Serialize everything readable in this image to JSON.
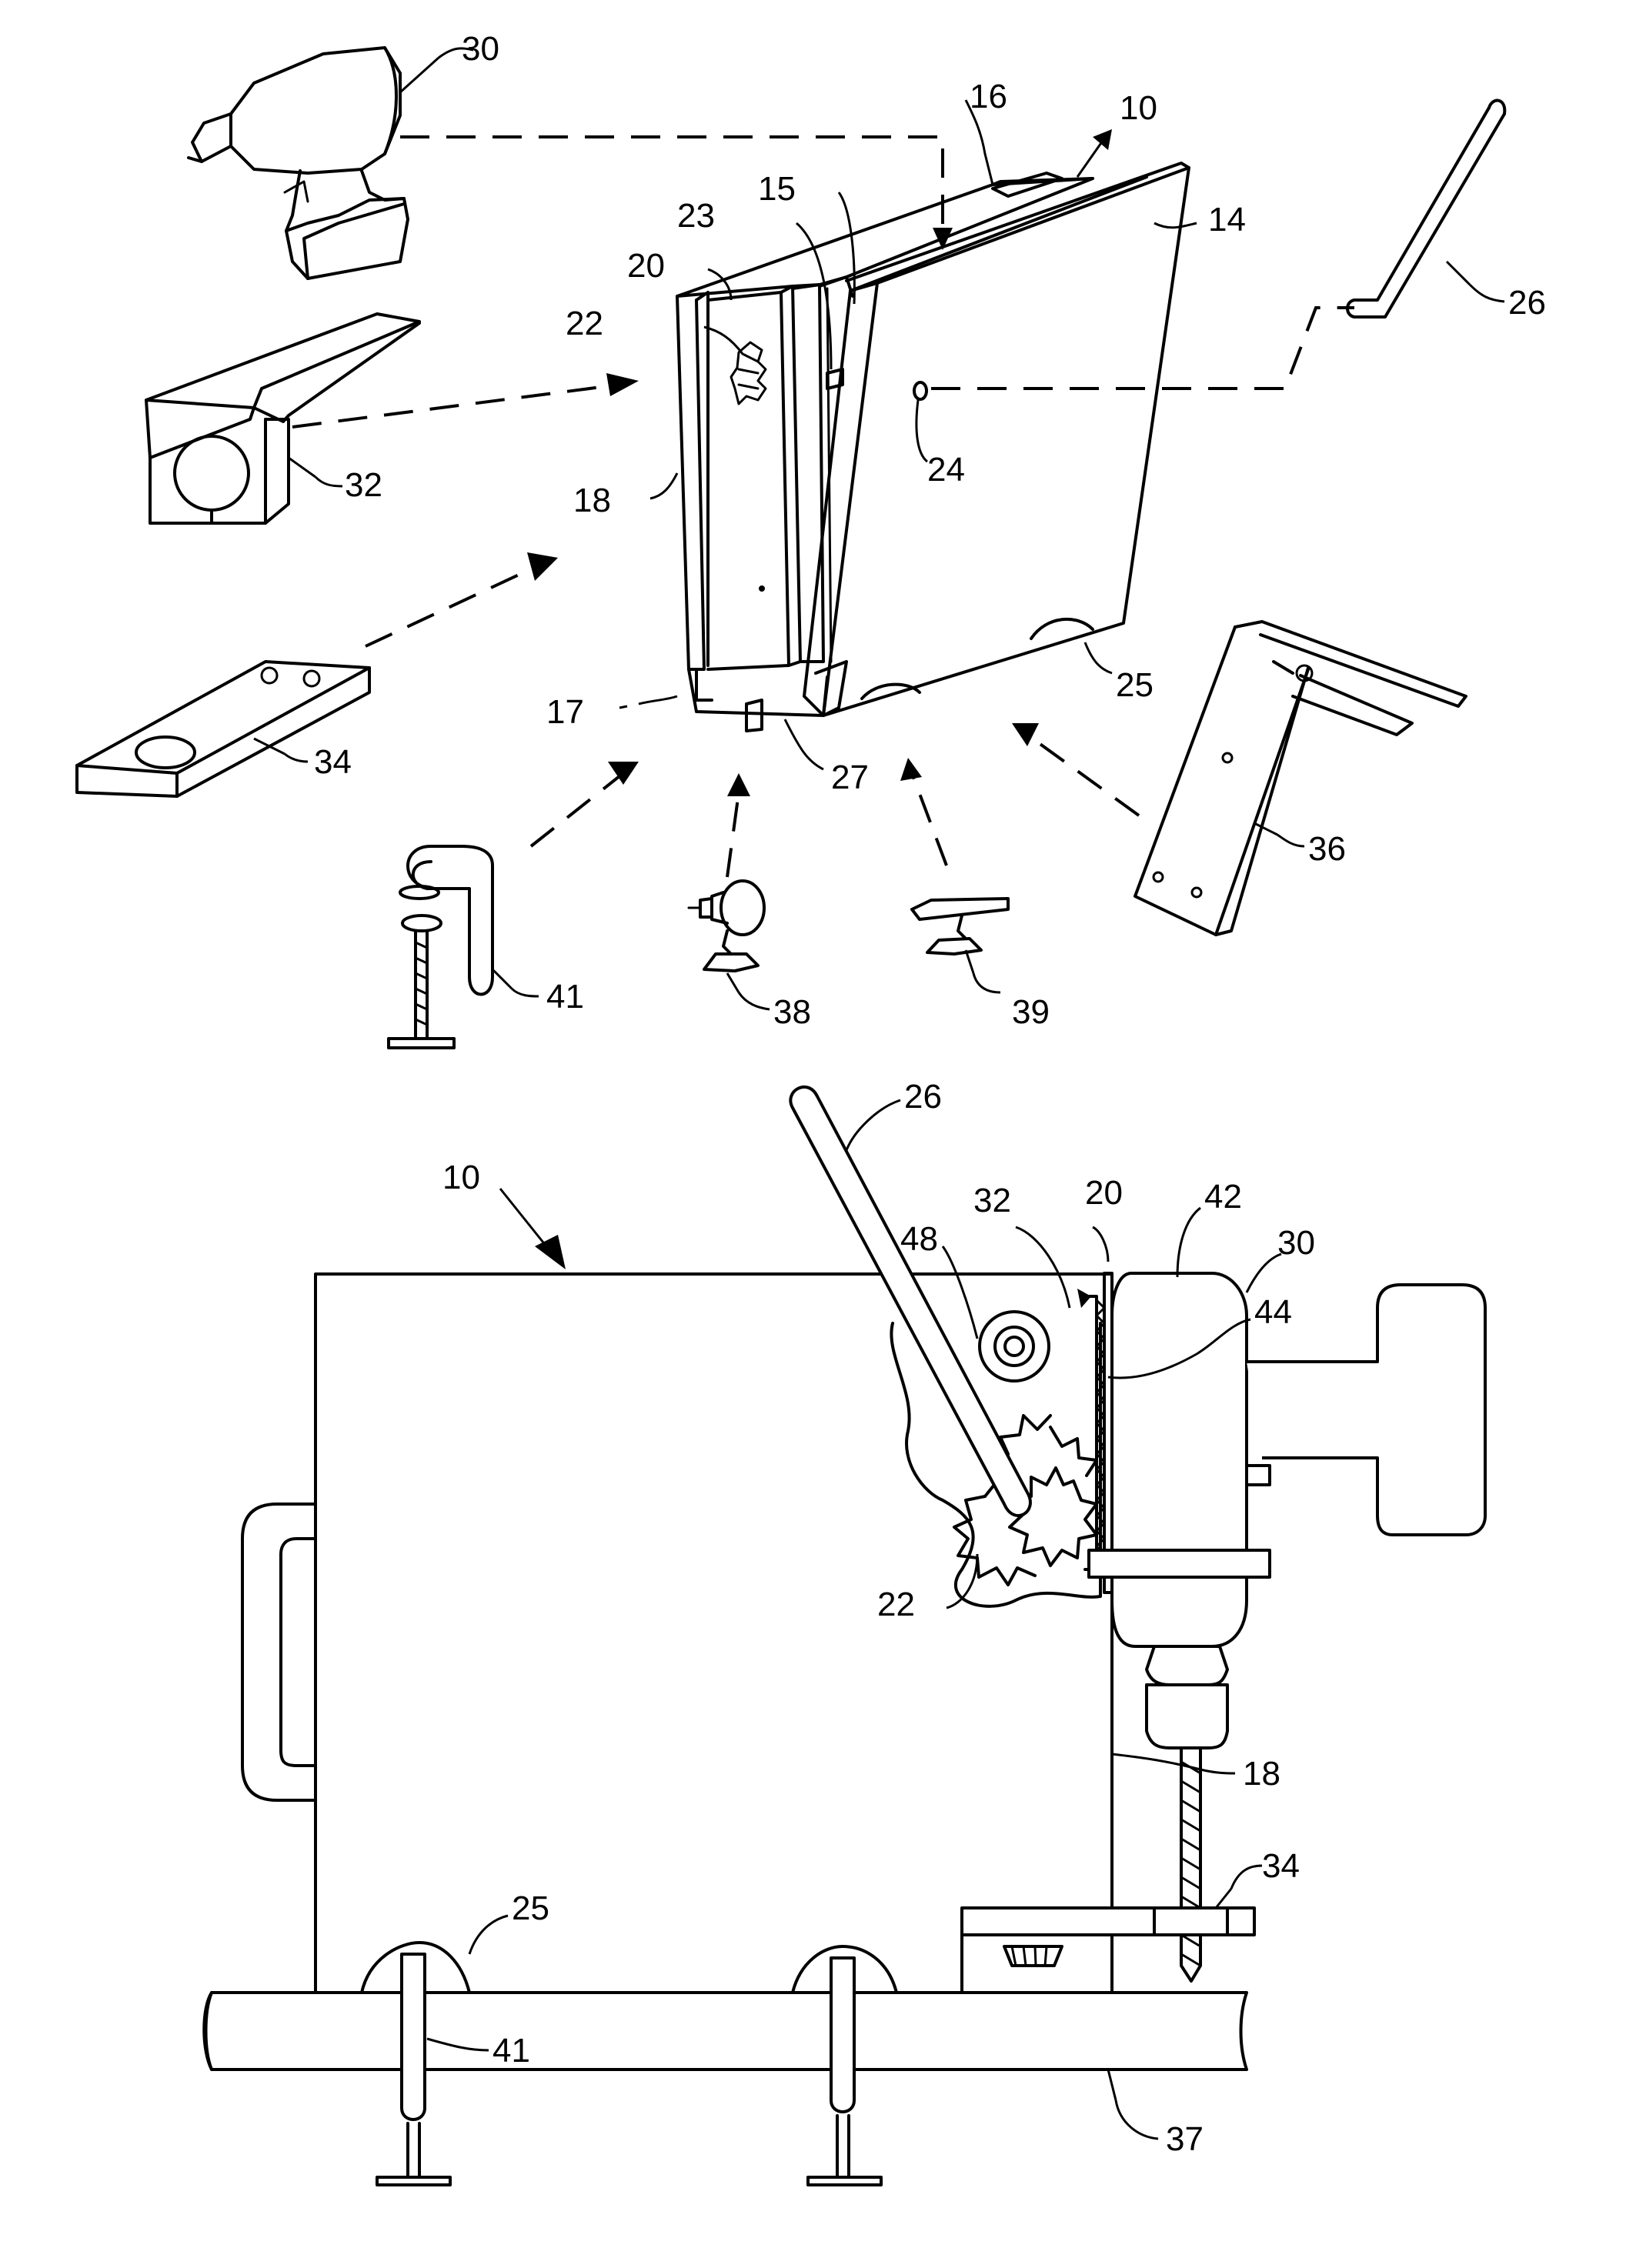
{
  "figure": {
    "labels": {
      "ref_30": "30",
      "ref_16": "16",
      "ref_10": "10",
      "ref_15": "15",
      "ref_23": "23",
      "ref_14": "14",
      "ref_20": "20",
      "ref_26": "26",
      "ref_22": "22",
      "ref_24": "24",
      "ref_32": "32",
      "ref_18": "18",
      "ref_25": "25",
      "ref_17": "17",
      "ref_27": "27",
      "ref_34": "34",
      "ref_36": "36",
      "ref_41": "41",
      "ref_38": "38",
      "ref_39": "39",
      "b_ref_26": "26",
      "b_ref_32": "32",
      "b_ref_20": "20",
      "b_ref_42": "42",
      "b_ref_10": "10",
      "b_ref_48": "48",
      "b_ref_30": "30",
      "b_ref_44": "44",
      "b_ref_22": "22",
      "b_ref_18": "18",
      "b_ref_34": "34",
      "b_ref_25": "25",
      "b_ref_41": "41",
      "b_ref_37": "37"
    }
  }
}
